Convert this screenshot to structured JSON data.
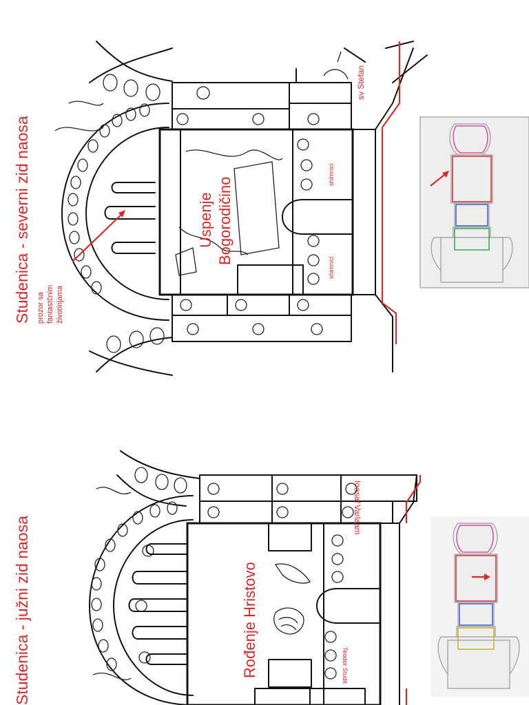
{
  "slides": [
    {
      "title": "Studenica - severni zid naosa",
      "central_scene": [
        "Uspenje",
        "Bogorodičino"
      ],
      "window_note": [
        "prozor sa",
        "fantastčnim",
        "životinjama"
      ],
      "pillar_labels": [
        "shimnici",
        "shimnici"
      ],
      "saint_label": "sv Stefan"
    },
    {
      "title": "Studenica - južni zid naosa",
      "central_scene": "Rođenje Hristovo",
      "saint_labels": [
        "Ioasaf",
        "Varlaam",
        "Teodor Studit"
      ]
    }
  ],
  "colors": {
    "annotation": "#d42a2a",
    "ink": "#111111",
    "plan_fill": "#eeeeee",
    "plan_colors": [
      "#d44fa0",
      "#3b5bd6",
      "#2fa84f",
      "#c9b21f",
      "#d42a2a"
    ]
  }
}
